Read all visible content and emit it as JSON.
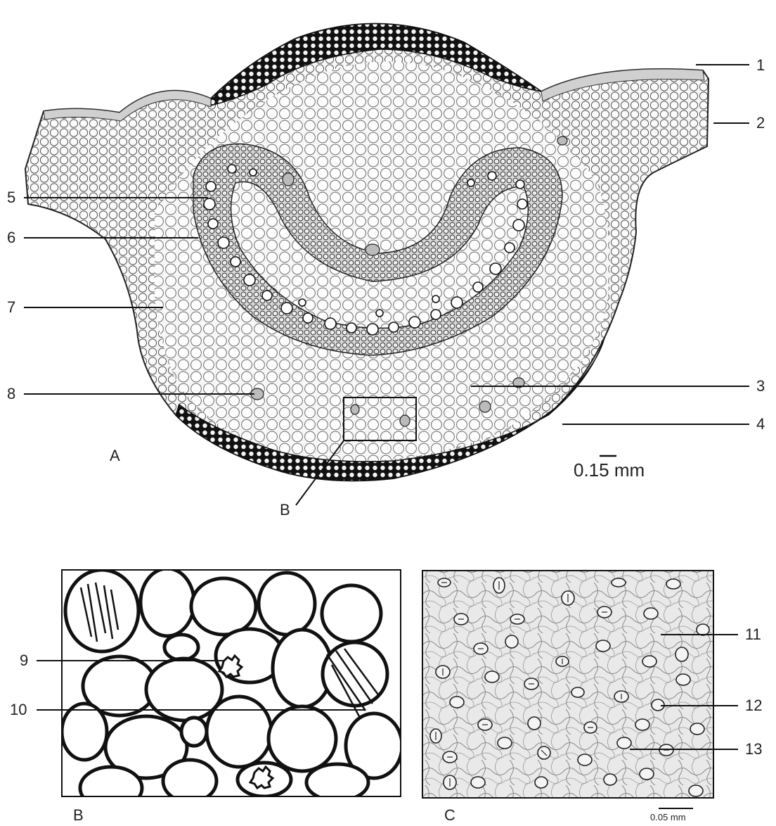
{
  "figure": {
    "panels": [
      {
        "id": "A",
        "label": "A"
      },
      {
        "id": "B",
        "label": "B"
      },
      {
        "id": "C",
        "label": "C"
      }
    ],
    "inset_marker_label": "B",
    "labels": [
      {
        "num": "1"
      },
      {
        "num": "2"
      },
      {
        "num": "3"
      },
      {
        "num": "4"
      },
      {
        "num": "5"
      },
      {
        "num": "6"
      },
      {
        "num": "7"
      },
      {
        "num": "8"
      },
      {
        "num": "9"
      },
      {
        "num": "10"
      },
      {
        "num": "11"
      },
      {
        "num": "12"
      },
      {
        "num": "13"
      }
    ],
    "scale_bars": {
      "A": "0.15 mm",
      "C": "0.05 mm"
    }
  }
}
